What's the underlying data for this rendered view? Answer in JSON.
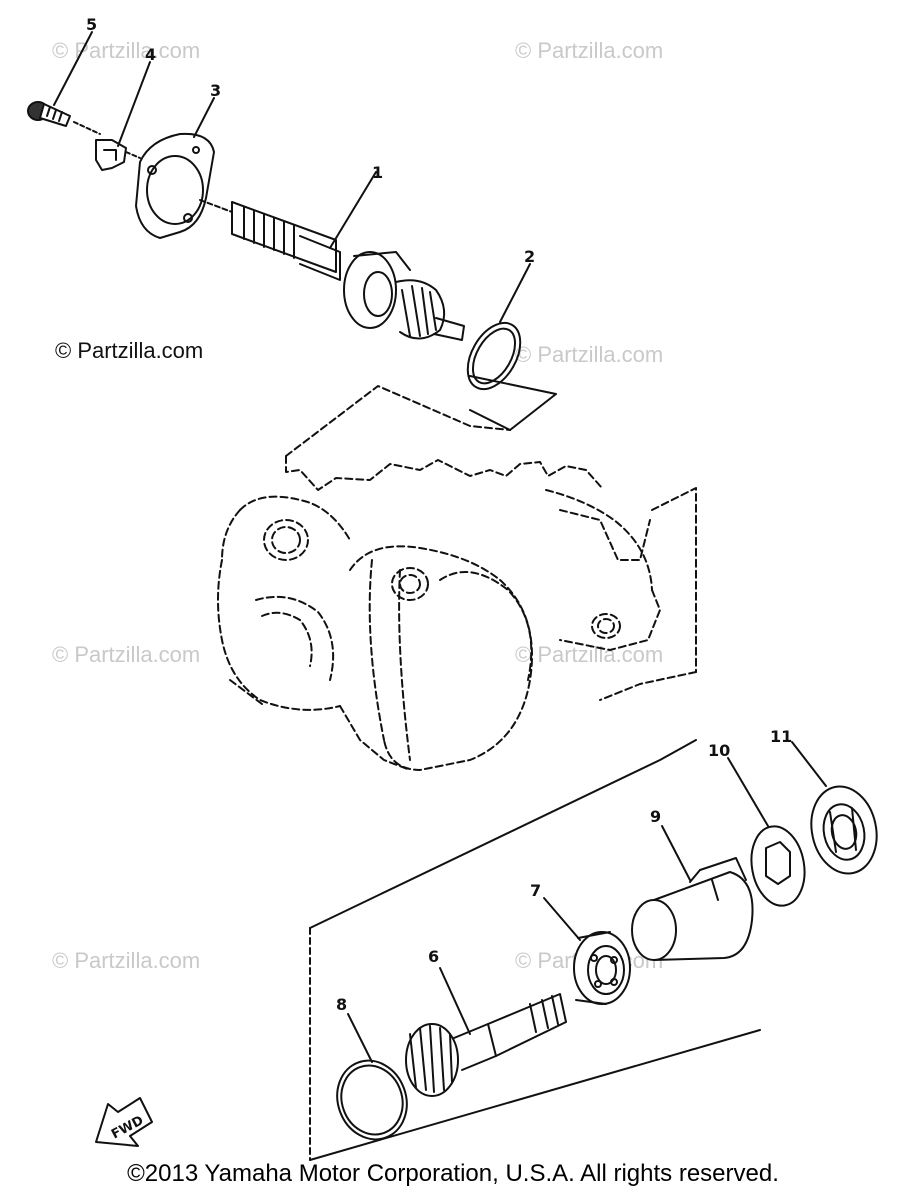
{
  "watermarks": [
    "© Partzilla.com",
    "© Partzilla.com",
    "© Partzilla.com",
    "© Partzilla.com",
    "© Partzilla.com",
    "© Partzilla.com",
    "© Partzilla.com",
    "© Partzilla.com"
  ],
  "watermark_strong": "© Partzilla.com",
  "callouts": {
    "c1": "1",
    "c2": "2",
    "c3": "3",
    "c4": "4",
    "c5": "5",
    "c6": "6",
    "c7": "7",
    "c8": "8",
    "c9": "9",
    "c10": "10",
    "c11": "11"
  },
  "fwd_label": "FWD",
  "copyright": "©2013 Yamaha Motor Corporation, U.S.A. All rights reserved."
}
